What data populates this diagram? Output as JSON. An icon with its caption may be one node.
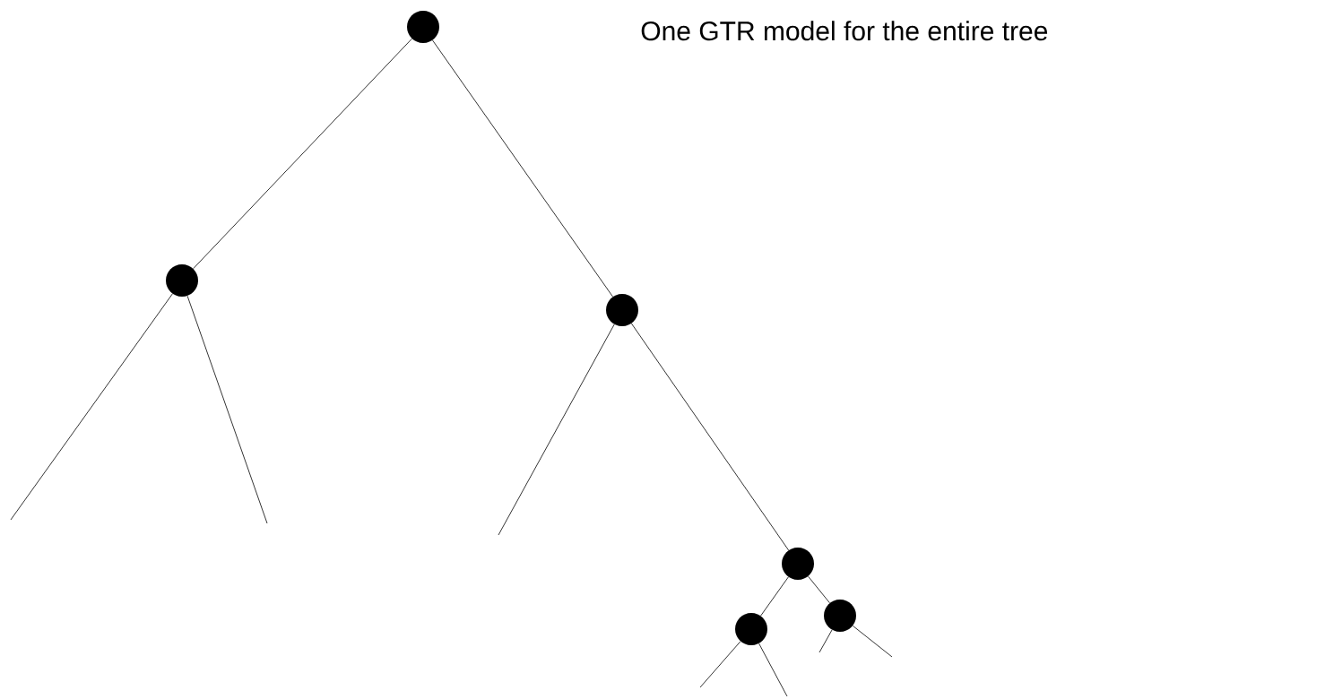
{
  "diagram": {
    "title": "One GTR model for the entire tree",
    "nodes": [
      {
        "text": [],
        "shape": "circle"
      },
      {
        "text": [],
        "shape": "circle"
      },
      {
        "text": [],
        "shape": "circle"
      },
      {
        "text": [],
        "shape": "circle"
      },
      {
        "text": [],
        "shape": "circle"
      },
      {
        "text": [],
        "shape": "circle"
      }
    ],
    "edges": [
      {
        "from": 0,
        "to": 1,
        "arrow": "none"
      },
      {
        "from": 0,
        "to": 2,
        "arrow": "none"
      },
      {
        "from": 1,
        "to": null,
        "arrow": "none"
      },
      {
        "from": 1,
        "to": null,
        "arrow": "none"
      },
      {
        "from": 2,
        "to": null,
        "arrow": "none"
      },
      {
        "from": 2,
        "to": 3,
        "arrow": "none"
      },
      {
        "from": 3,
        "to": 4,
        "arrow": "none"
      },
      {
        "from": 3,
        "to": 5,
        "arrow": "none"
      },
      {
        "from": 4,
        "to": null,
        "arrow": "none"
      },
      {
        "from": 4,
        "to": null,
        "arrow": "none"
      },
      {
        "from": 5,
        "to": null,
        "arrow": "none"
      },
      {
        "from": 5,
        "to": null,
        "arrow": "none"
      }
    ]
  }
}
